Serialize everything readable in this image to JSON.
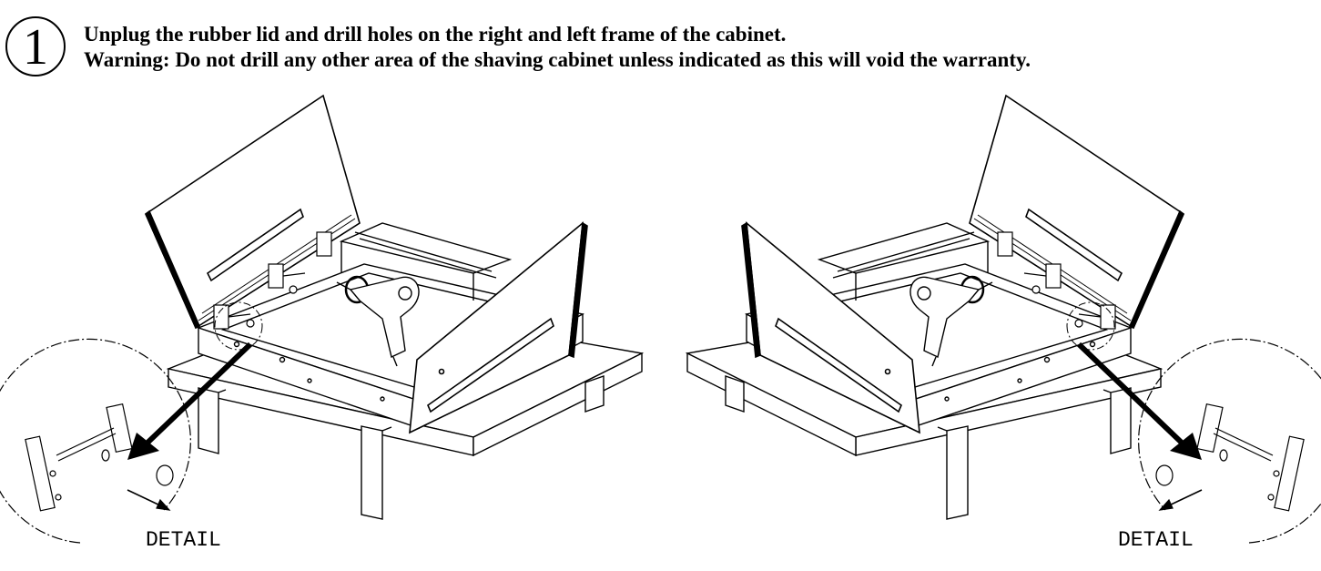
{
  "step": {
    "number": "1"
  },
  "instructions": {
    "line1": "Unplug the rubber lid and drill holes on the right and left  frame of  the cabinet.",
    "line2": "Warning: Do not drill any other area of the shaving cabinet unless indicated as this will void the warranty."
  },
  "figures": {
    "left": {
      "detail_label": "DETAIL"
    },
    "right": {
      "detail_label": "DETAIL"
    }
  }
}
